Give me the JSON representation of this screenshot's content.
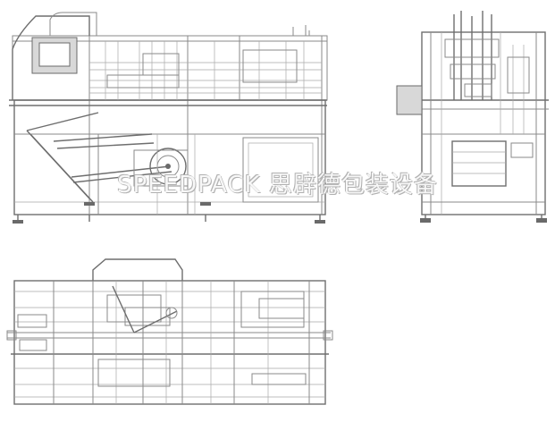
{
  "watermark": {
    "text": "SPEEDPACK 思辟德包装设备"
  },
  "views": [
    {
      "name": "front-elevation"
    },
    {
      "name": "side-elevation"
    },
    {
      "name": "plan-view"
    }
  ],
  "colors": {
    "line": "#8a8a8a",
    "dark": "#6a6a6a",
    "background": "#ffffff"
  }
}
